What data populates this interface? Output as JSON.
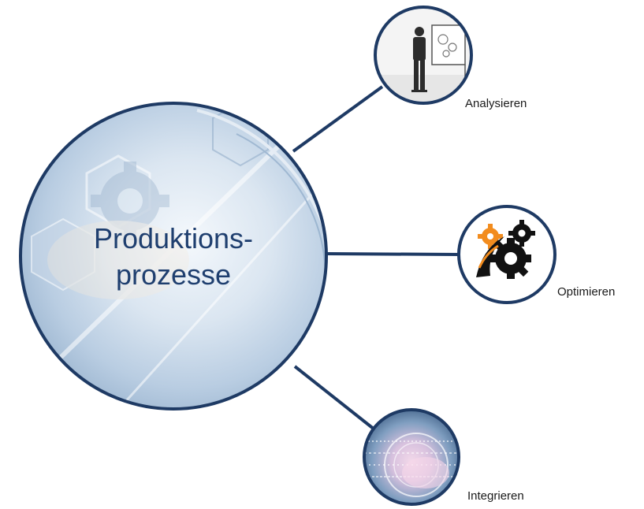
{
  "main_node": {
    "line1": "Produktions-",
    "line2": "prozesse"
  },
  "nodes": [
    {
      "label": "Analysieren",
      "icon": "businessman-viewing-gears-icon"
    },
    {
      "label": "Optimieren",
      "icon": "gears-swoosh-icon"
    },
    {
      "label": "Integrieren",
      "icon": "digital-data-globe-icon"
    }
  ],
  "colors": {
    "ring": "#1e3a64",
    "connector": "#1e3a64",
    "title_text": "#1f3f6f",
    "accent_orange": "#f28c1e"
  }
}
